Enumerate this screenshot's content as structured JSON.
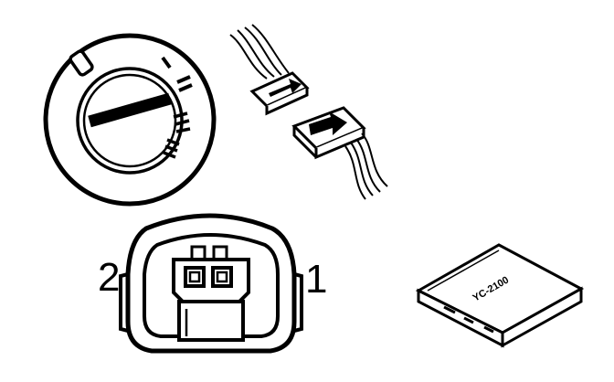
{
  "connector": {
    "pin_left_label": "2",
    "pin_right_label": "1"
  },
  "module": {
    "label": "YC-2100"
  },
  "colors": {
    "ink": "#000000",
    "paper": "#ffffff"
  }
}
